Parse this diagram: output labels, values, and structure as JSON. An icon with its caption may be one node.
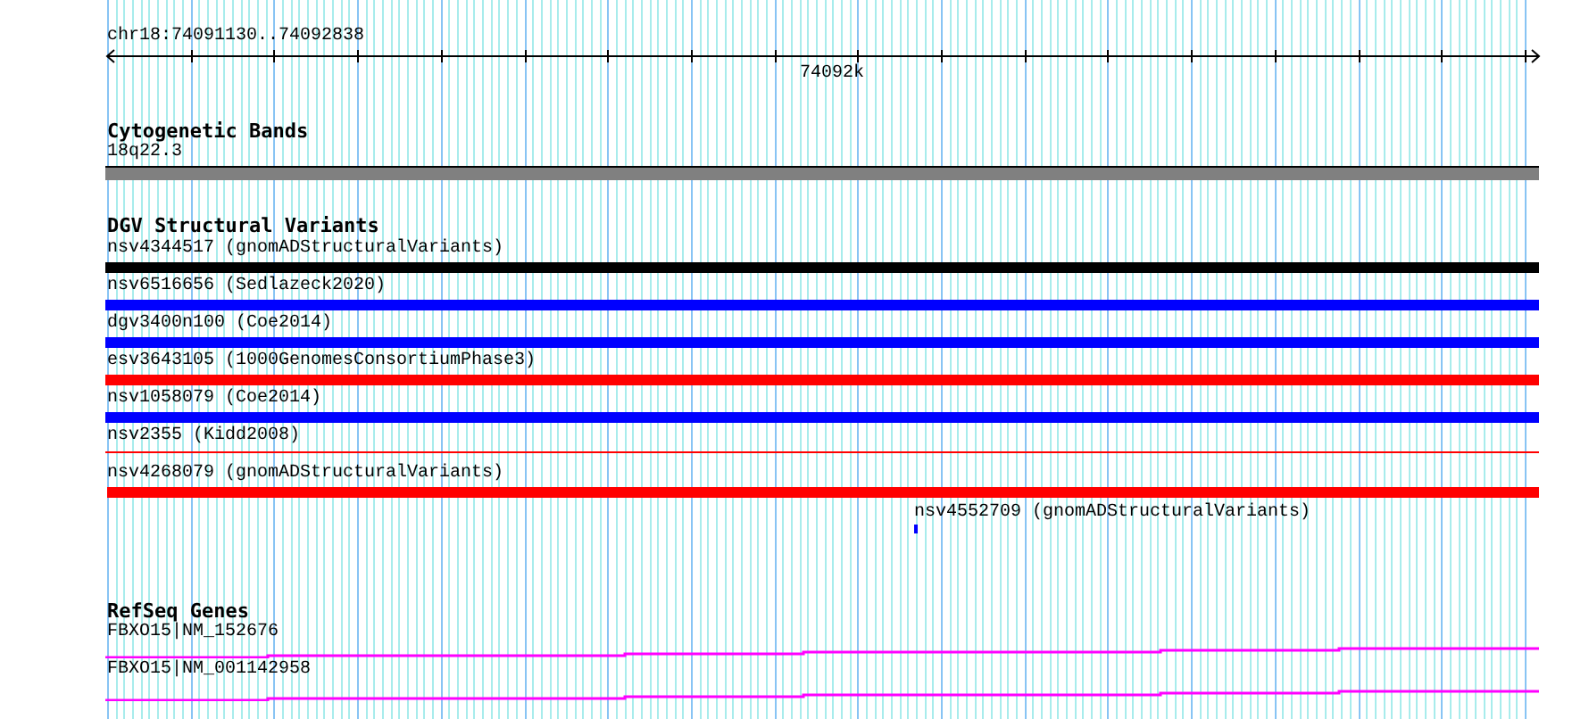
{
  "diagram": {
    "nodes": [
      {
        "text": [
          "18q22.3"
        ]
      },
      {
        "text": [
          "nsv4344517 (gnomADStructuralVariants)"
        ]
      },
      {
        "text": [
          "nsv6516656 (Sedlazeck2020)"
        ]
      },
      {
        "text": [
          "dgv3400n100 (Coe2014)"
        ]
      },
      {
        "text": [
          "esv3643105 (1000GenomesConsortiumPhase3)"
        ]
      },
      {
        "text": [
          "nsv1058079 (Coe2014)"
        ]
      },
      {
        "text": [
          "nsv2355 (Kidd2008)"
        ]
      },
      {
        "text": [
          "nsv4268079 (gnomADStructuralVariants)"
        ]
      },
      {
        "text": [
          "nsv4552709 (gnomADStructuralVariants)"
        ]
      },
      {
        "text": [
          "FBXO15|NM_152676"
        ]
      },
      {
        "text": [
          "FBXO15|NM_001142958"
        ]
      }
    ],
    "labels": [
      "chr18:74091130..74092838",
      "74092k",
      "Cytogenetic Bands",
      "DGV Structural Variants",
      "RefSeq Genes"
    ]
  }
}
